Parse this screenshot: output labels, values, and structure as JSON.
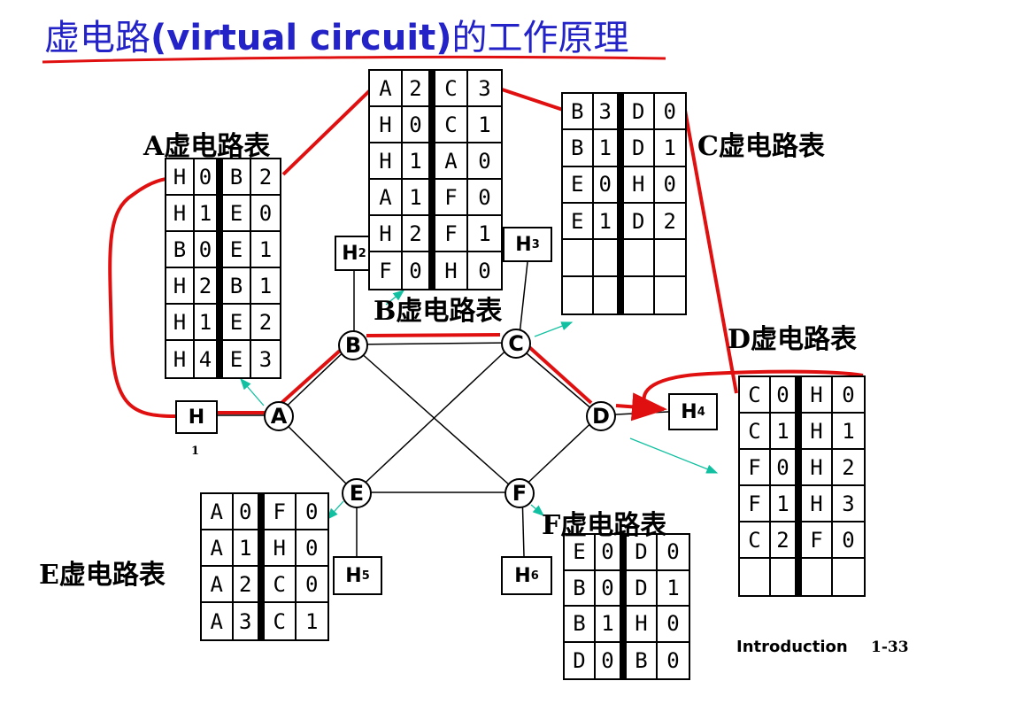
{
  "title": {
    "prefix": "虚电路",
    "mid": "(virtual circuit)",
    "suffix": "的工作原理"
  },
  "colors": {
    "title": "#2323c8",
    "highlight": "#e01010",
    "pointer": "#10c0a0"
  },
  "nodes": {
    "A": "A",
    "B": "B",
    "C": "C",
    "D": "D",
    "E": "E",
    "F": "F"
  },
  "hosts": {
    "H1": {
      "main": "H",
      "sub": "1"
    },
    "H2": {
      "main": "H",
      "sub": "2"
    },
    "H3": {
      "main": "H",
      "sub": "3"
    },
    "H4": {
      "main": "H",
      "sub": "4"
    },
    "H5": {
      "main": "H",
      "sub": "5"
    },
    "H6": {
      "main": "H",
      "sub": "6"
    }
  },
  "tables": {
    "A": {
      "label": "A虚电路表",
      "rows": [
        [
          "H",
          "0",
          "B",
          "2"
        ],
        [
          "H",
          "1",
          "E",
          "0"
        ],
        [
          "B",
          "0",
          "E",
          "1"
        ],
        [
          "H",
          "2",
          "B",
          "1"
        ],
        [
          "H",
          "1",
          "E",
          "2"
        ],
        [
          "H",
          "4",
          "E",
          "3"
        ]
      ]
    },
    "B": {
      "label": "B虚电路表",
      "rows": [
        [
          "A",
          "2",
          "C",
          "3"
        ],
        [
          "H",
          "0",
          "C",
          "1"
        ],
        [
          "H",
          "1",
          "A",
          "0"
        ],
        [
          "A",
          "1",
          "F",
          "0"
        ],
        [
          "H",
          "2",
          "F",
          "1"
        ],
        [
          "F",
          "0",
          "H",
          "0"
        ]
      ]
    },
    "C": {
      "label": "C虚电路表",
      "rows": [
        [
          "B",
          "3",
          "D",
          "0"
        ],
        [
          "B",
          "1",
          "D",
          "1"
        ],
        [
          "E",
          "0",
          "H",
          "0"
        ],
        [
          "E",
          "1",
          "D",
          "2"
        ],
        [
          "",
          "",
          "",
          ""
        ],
        [
          "",
          "",
          "",
          ""
        ]
      ]
    },
    "D": {
      "label": "D虚电路表",
      "rows": [
        [
          "C",
          "0",
          "H",
          "0"
        ],
        [
          "C",
          "1",
          "H",
          "1"
        ],
        [
          "F",
          "0",
          "H",
          "2"
        ],
        [
          "F",
          "1",
          "H",
          "3"
        ],
        [
          "C",
          "2",
          "F",
          "0"
        ],
        [
          "",
          "",
          "",
          ""
        ]
      ]
    },
    "E": {
      "label": "E虚电路表",
      "rows": [
        [
          "A",
          "0",
          "F",
          "0"
        ],
        [
          "A",
          "1",
          "H",
          "0"
        ],
        [
          "A",
          "2",
          "C",
          "0"
        ],
        [
          "A",
          "3",
          "C",
          "1"
        ]
      ]
    },
    "F": {
      "label": "F虚电路表",
      "rows": [
        [
          "E",
          "0",
          "D",
          "0"
        ],
        [
          "B",
          "0",
          "D",
          "1"
        ],
        [
          "B",
          "1",
          "H",
          "0"
        ],
        [
          "D",
          "0",
          "B",
          "0"
        ]
      ]
    }
  },
  "footer": {
    "text": "Introduction",
    "page": "1-33"
  }
}
